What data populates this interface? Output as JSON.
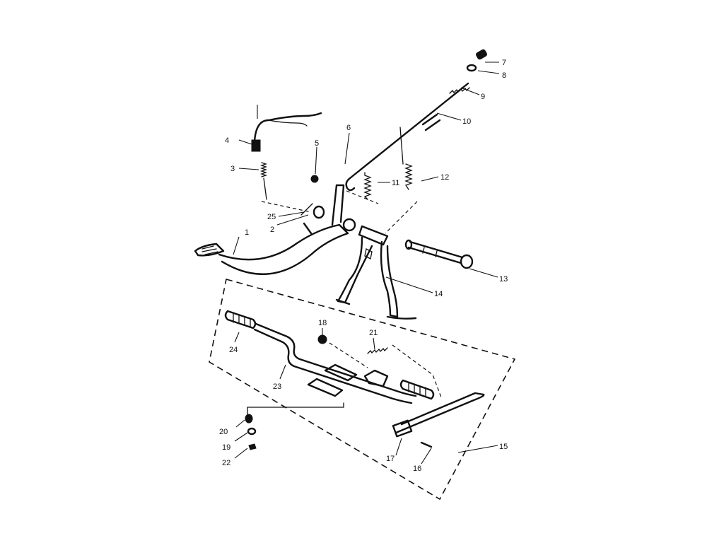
{
  "labels": [
    "1",
    "2",
    "3",
    "4",
    "5",
    "6",
    "7",
    "8",
    "9",
    "10",
    "11",
    "12",
    "13",
    "14",
    "15",
    "16",
    "17",
    "18",
    "19",
    "20",
    "21",
    "22",
    "23",
    "24",
    "25"
  ]
}
